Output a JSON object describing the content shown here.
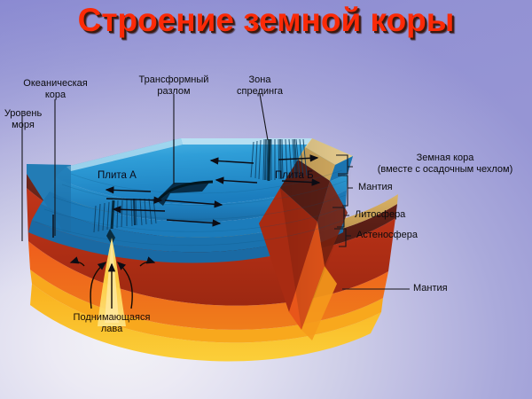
{
  "title": "Строение земной коры",
  "colors": {
    "title_text": "#fb2a07",
    "title_shadow": "#3a1a10",
    "bg_light": "#f2f2f6",
    "bg_purple": "#9695d4",
    "ocean_top": "#2f9bd6",
    "ocean_face": "#1f7fc0",
    "crust_band": "#d8b46a",
    "mantle_dark": "#5d2018",
    "mantle_red": "#b32d16",
    "asthenosphere": "#e2521b",
    "deep_orange": "#f3881c",
    "deep_yellow": "#f6c324",
    "lava": "#ffd84a",
    "leader_line": "#1a1a22"
  },
  "labels": {
    "oceanic_crust": "Океаническая кора",
    "oceanic_crust_line1": "Океаническая",
    "oceanic_crust_line2": "кора",
    "sea_level_line1": "Уровень",
    "sea_level_line2": "моря",
    "transform_fault_line1": "Трансформный",
    "transform_fault_line2": "разлом",
    "spreading_zone_line1": "Зона",
    "spreading_zone_line2": "спрединга",
    "plate_a": "Плита А",
    "plate_b": "Плита Б",
    "earth_crust_line1": "Земная кора",
    "earth_crust_line2": "(вместе с осадочным чехлом)",
    "mantle_upper": "Мантия",
    "lithosphere": "Литосфера",
    "asthenosphere": "Астеносфера",
    "mantle_lower": "Мантия",
    "rising_lava_line1": "Поднимающаяся",
    "rising_lava_line2": "лава"
  },
  "icons": {
    "leader_line": "leader-line",
    "brace": "brace-bracket",
    "arrow": "arrow-marker",
    "plume_arrow": "curved-arrow"
  }
}
